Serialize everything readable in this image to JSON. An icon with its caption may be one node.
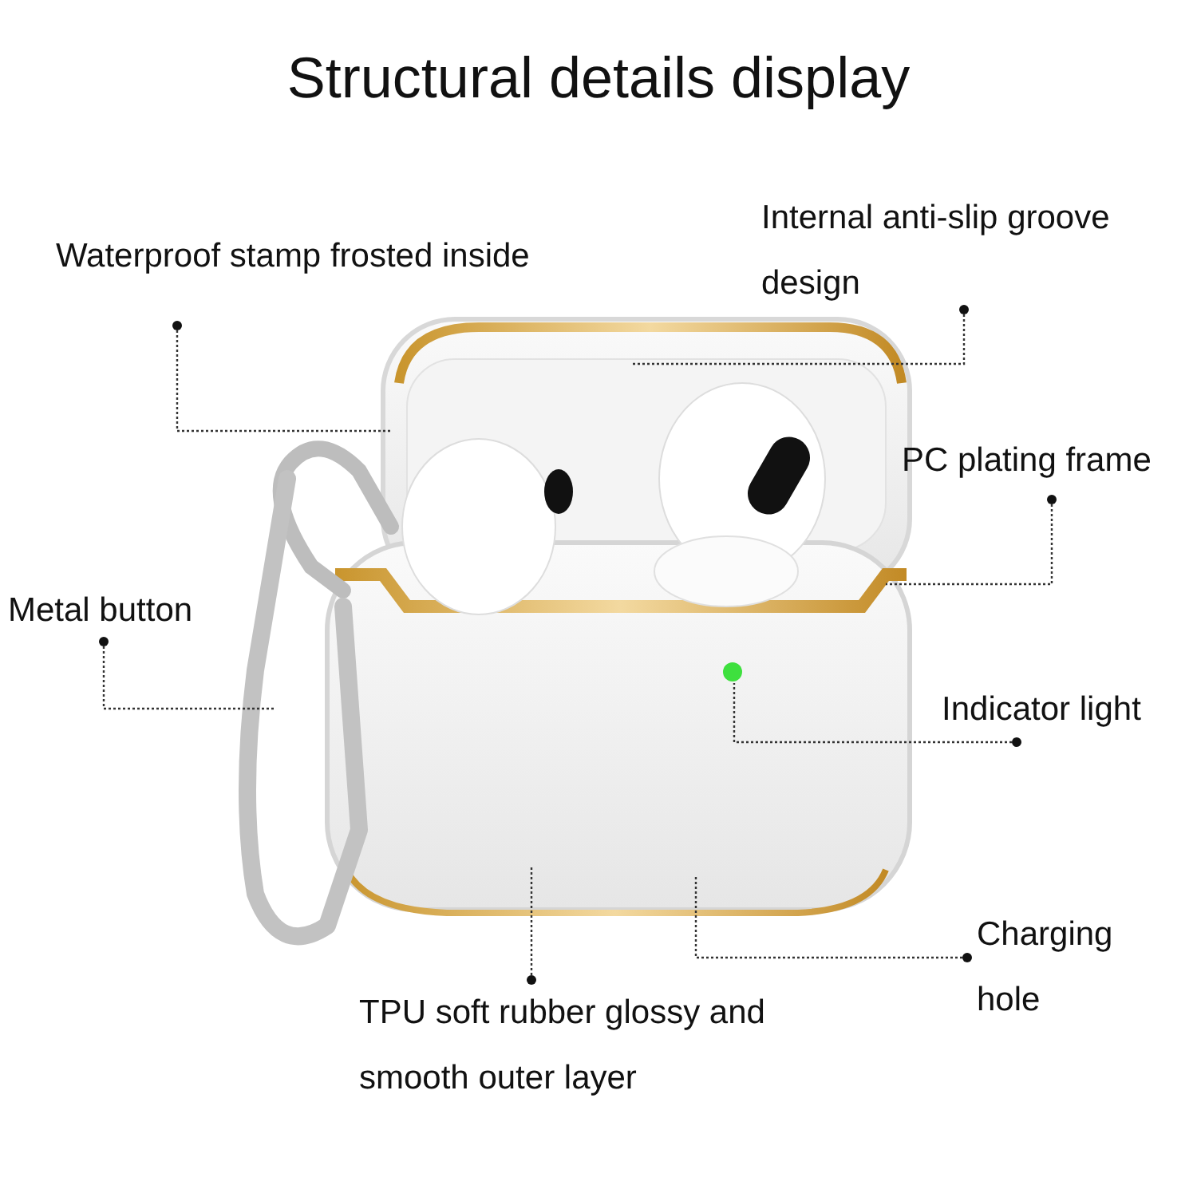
{
  "diagram": {
    "title": "Structural details display",
    "nodes": [
      {
        "text": [
          "Waterproof stamp frosted inside"
        ]
      },
      {
        "text": [
          "Internal anti-slip groove design"
        ]
      },
      {
        "text": [
          "PC plating frame"
        ]
      },
      {
        "text": [
          "Metal button"
        ]
      },
      {
        "text": [
          "Indicator light"
        ]
      },
      {
        "text": [
          "Charging hole"
        ]
      },
      {
        "text": [
          "TPU soft rubber glossy and smooth outer layer"
        ]
      }
    ],
    "edges": [
      {
        "from": 0,
        "to": null,
        "arrow": "other",
        "style": "dashed"
      },
      {
        "from": 1,
        "to": null,
        "arrow": "other",
        "style": "dashed"
      },
      {
        "from": 2,
        "to": null,
        "arrow": "other",
        "style": "dashed"
      },
      {
        "from": 3,
        "to": null,
        "arrow": "other",
        "style": "dashed"
      },
      {
        "from": 4,
        "to": null,
        "arrow": "other",
        "style": "dashed"
      },
      {
        "from": 5,
        "to": null,
        "arrow": "other",
        "style": "dashed"
      },
      {
        "from": 6,
        "to": null,
        "arrow": "other",
        "style": "dashed"
      }
    ]
  }
}
